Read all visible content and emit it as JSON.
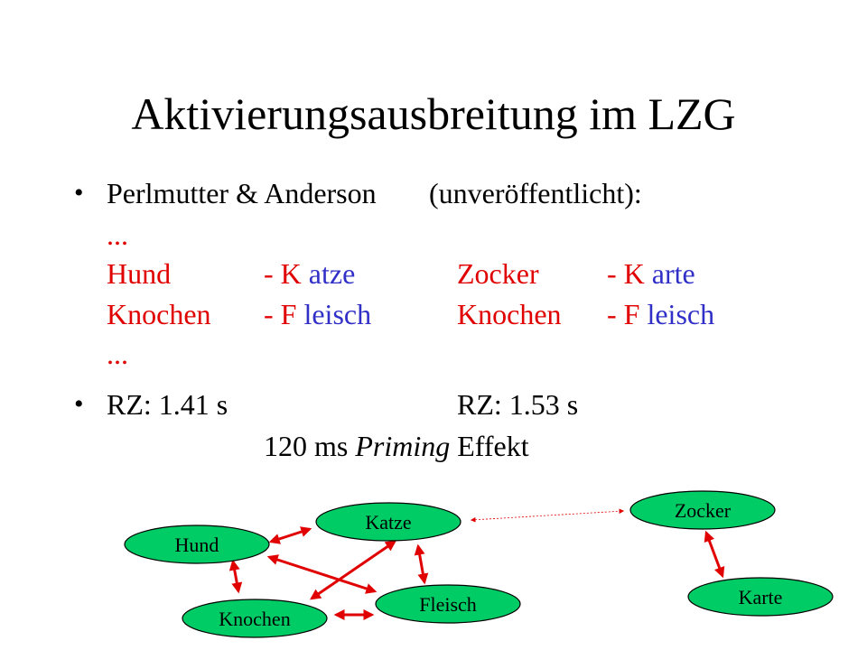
{
  "title": "Aktivierungsausbreitung im LZG",
  "bullet1": {
    "source": "Perlmutter & Anderson",
    "note": "(unveröffentlicht):",
    "ellipsis_top": "...",
    "row1": {
      "a_word": "Hund",
      "a_dash": "- K",
      "a_rest": " atze",
      "b_word": "Zocker",
      "b_dash": "- K",
      "b_rest": " arte"
    },
    "row2": {
      "a_word": "Knochen",
      "a_dash": "- F",
      "a_rest": " leisch",
      "b_word": "Knochen",
      "b_dash": "- F",
      "b_rest": " leisch"
    },
    "ellipsis_bottom": "..."
  },
  "bullet2": {
    "rt_a": "RZ: 1.41 s",
    "rt_b": "RZ: 1.53 s",
    "effect_prefix": "120 ms ",
    "effect_italic": "Priming",
    "effect_suffix": " Effekt"
  },
  "diagram": {
    "nodes": {
      "hund": "Hund",
      "katze": "Katze",
      "knochen": "Knochen",
      "fleisch": "Fleisch",
      "zocker": "Zocker",
      "karte": "Karte"
    },
    "colors": {
      "node_fill": "#00cc66",
      "strong_link": "#e00000",
      "weak_link": "#e00000"
    }
  },
  "colors": {
    "word_prime": "#e00000",
    "word_target": "#3030c8"
  }
}
